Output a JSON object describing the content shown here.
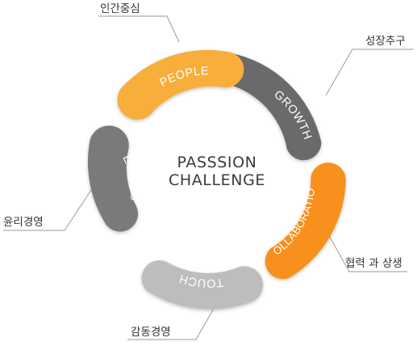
{
  "center": {
    "line1": "PASSSION",
    "line2": "CHALLENGE"
  },
  "segments": [
    {
      "key": "people",
      "label": "PEOPLE",
      "korean": "인간중심",
      "color": "#f7ae3b"
    },
    {
      "key": "growth",
      "label": "GROWTH",
      "korean": "성장추구",
      "color": "#6a6a6a"
    },
    {
      "key": "collaboration",
      "label": "COLLABORATION",
      "korean": "협력 과 상생",
      "color": "#f7901e"
    },
    {
      "key": "touch",
      "label": "TOUCH",
      "korean": "감동경영",
      "color": "#bdbdbd"
    },
    {
      "key": "ethics",
      "label": "ETHICS",
      "korean": "윤리경영",
      "color": "#7a7a7a"
    }
  ]
}
